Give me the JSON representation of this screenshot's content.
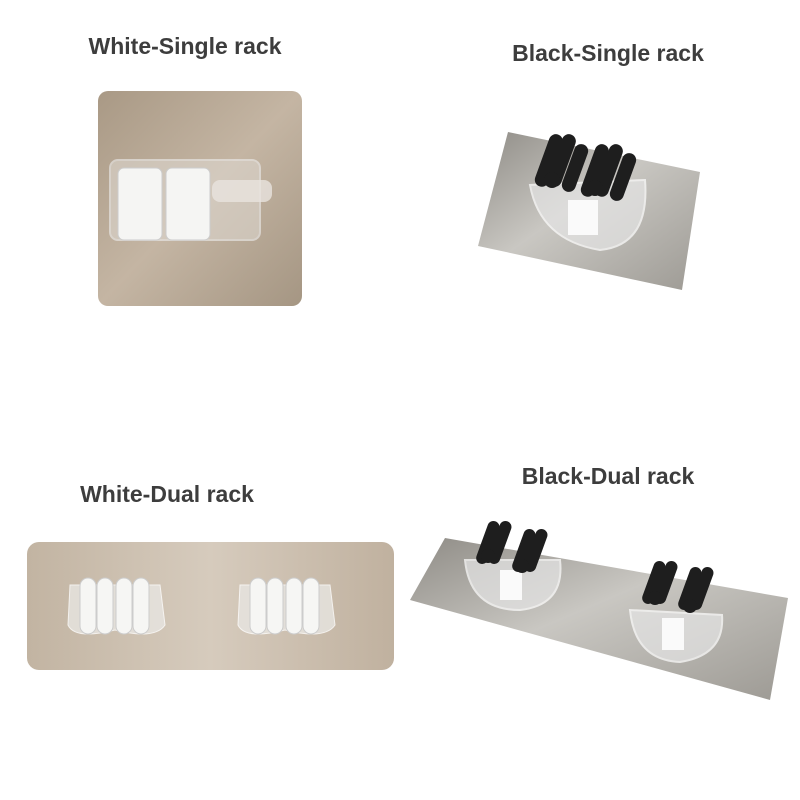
{
  "products": [
    {
      "label": "White-Single rack",
      "roller_color": "#f4f4f2",
      "plate_color": "#b4a593"
    },
    {
      "label": "Black-Single rack",
      "roller_color": "#1e1e1e",
      "plate_color": "#a9a69f"
    },
    {
      "label": "White-Dual rack",
      "roller_color": "#f4f4f2",
      "plate_color": "#c8baa8"
    },
    {
      "label": "Black-Dual rack",
      "roller_color": "#1e1e1e",
      "plate_color": "#b3b0aa"
    }
  ]
}
